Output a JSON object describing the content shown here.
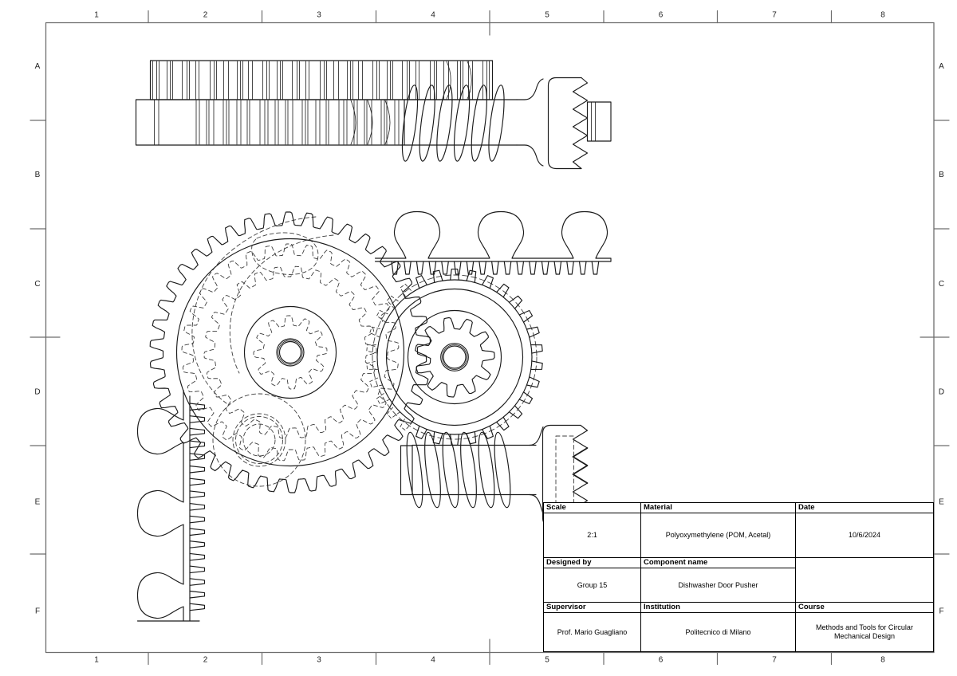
{
  "sheet": {
    "background_color": "#ffffff",
    "line_color": "#1a1a1a",
    "frame_color": "#6e6e6e"
  },
  "ruler": {
    "columns": [
      "1",
      "2",
      "3",
      "4",
      "5",
      "6",
      "7",
      "8"
    ],
    "rows": [
      "A",
      "B",
      "C",
      "D",
      "E",
      "F"
    ]
  },
  "title_block": {
    "scale_label": "Scale",
    "scale_value": "2:1",
    "material_label": "Material",
    "material_value": "Polyoxymethylene (POM, Acetal)",
    "date_label": "Date",
    "date_value": "10/6/2024",
    "designed_by_label": "Designed by",
    "designed_by_value": "Group 15",
    "component_name_label": "Component name",
    "component_name_value": "Dishwasher Door Pusher",
    "supervisor_label": "Supervisor",
    "supervisor_value": "Prof. Mario Guagliano",
    "institution_label": "Institution",
    "institution_value": "Politecnico di Milano",
    "course_label": "Course",
    "course_value": "Methods and Tools for Circular Mechanical Design"
  }
}
